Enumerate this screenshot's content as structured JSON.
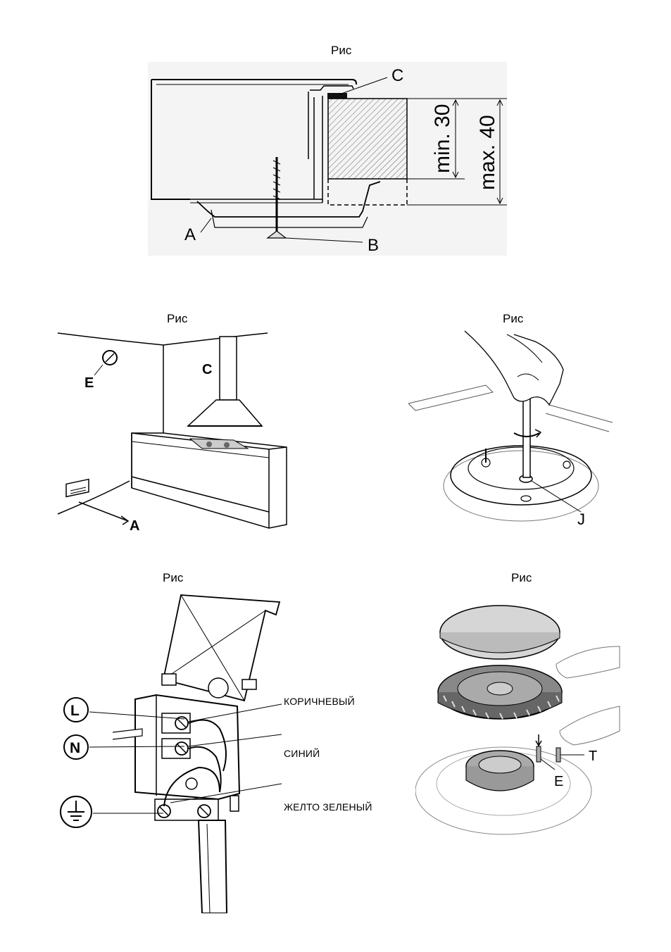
{
  "figures": {
    "top": {
      "caption": "Рис",
      "labels": {
        "c": "C",
        "a": "A",
        "b": "B",
        "min": "min. 30",
        "max": "max. 40"
      }
    },
    "middle_left": {
      "caption": "Рис",
      "labels": {
        "e": "E",
        "c": "C",
        "a": "A"
      }
    },
    "middle_right": {
      "caption": "Рис",
      "labels": {
        "j": "J"
      }
    },
    "bottom_left": {
      "caption": "Рис",
      "labels": {
        "l": "L",
        "n": "N"
      },
      "wires": {
        "brown": "КОРИЧНЕВЫЙ",
        "blue": "СИНИЙ",
        "yellow_green": "ЖЕЛТО ЗЕЛЕНЫЙ"
      }
    },
    "bottom_right": {
      "caption": "Рис",
      "labels": {
        "t": "T",
        "e": "E"
      }
    }
  }
}
